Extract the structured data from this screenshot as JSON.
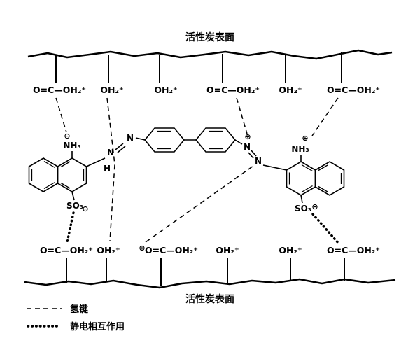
{
  "diagram": {
    "surface_label_top": "活性炭表面",
    "surface_label_bottom": "活性炭表面",
    "top_groups": [
      "O=C—OH₂⁺",
      "OH₂⁺",
      "OH₂⁺",
      "O=C—OH₂⁺",
      "OH₂⁺",
      "O=C—OH₂⁺"
    ],
    "bottom_groups": [
      "O=C—OH₂⁺",
      "OH₂⁺",
      "O=C—OH₂⁺",
      "OH₂⁺",
      "OH₂⁺",
      "O=C—OH₂⁺"
    ],
    "molecule": {
      "amine": "NH₃",
      "sulfonate": "SO₃",
      "nitrogen": "N",
      "hydrogen": "H",
      "plus_charge": "⊕",
      "minus_charge": "⊖"
    },
    "legend": {
      "hydrogen_bond": "氢键",
      "electrostatic": "静电相互作用"
    },
    "colors": {
      "ink": "#000000",
      "background": "#ffffff"
    }
  }
}
